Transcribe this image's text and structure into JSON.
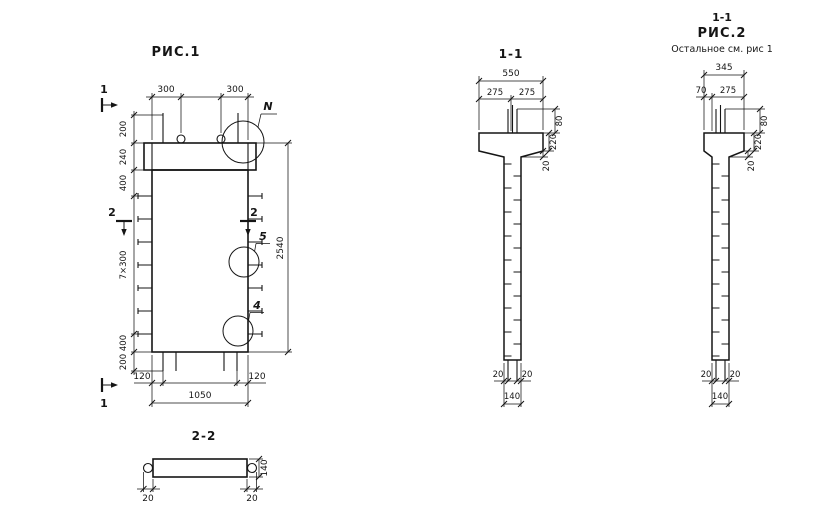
{
  "fig1": {
    "title": "РИС.1",
    "dim_300_left": "300",
    "dim_300_right": "300",
    "dim_200_top": "200",
    "dim_240": "240",
    "dim_400_top": "400",
    "dim_7x300": "7×300",
    "dim_400_bottom": "400",
    "dim_200_bottom": "200",
    "dim_2540": "2540",
    "dim_120_left": "120",
    "dim_1050": "1050",
    "dim_120_right": "120",
    "marker_section1_top": "1",
    "marker_section1_bottom": "1",
    "marker_section2_left": "2",
    "marker_section2_right": "2",
    "detail_N": "N",
    "detail_5": "5",
    "detail_4": "4"
  },
  "section_2_2": {
    "title": "2-2",
    "dim_140": "140",
    "dim_20_left": "20",
    "dim_20_right": "20"
  },
  "section_1_1": {
    "title": "1-1",
    "dim_550": "550",
    "dim_275_left": "275",
    "dim_275_right": "275",
    "dim_80": "80",
    "dim_220": "220",
    "dim_20_taper": "20",
    "dim_20_left": "20",
    "dim_20_right": "20",
    "dim_140": "140"
  },
  "fig2": {
    "title_section": "1-1",
    "title": "РИС.2",
    "subtitle": "Остальное см. рис 1",
    "dim_345": "345",
    "dim_70": "70",
    "dim_275": "275",
    "dim_80": "80",
    "dim_220": "220",
    "dim_20_taper": "20",
    "dim_20_left": "20",
    "dim_20_right": "20",
    "dim_140": "140"
  }
}
